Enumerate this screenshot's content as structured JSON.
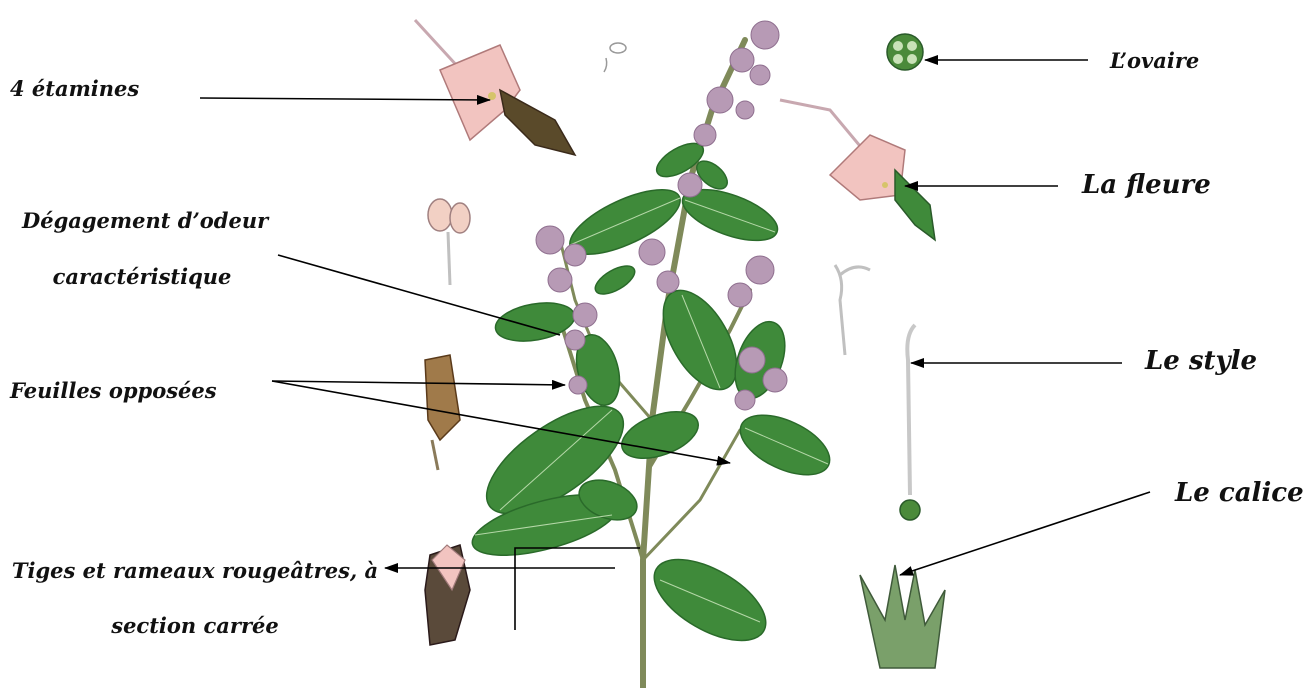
{
  "labels": {
    "etamines": "4  étamines",
    "odeur_line1": "Dégagement d’odeur",
    "odeur_line2": "caractéristique",
    "feuilles": "Feuilles  opposées",
    "tiges_line1": "Tiges et rameaux  rougeâtres, à",
    "tiges_line2": "section carrée",
    "ovaire": "L’ovaire",
    "fleure": "La fleure",
    "style": "Le style",
    "calice": "Le calice"
  },
  "colors": {
    "leaf": "#3f8a3a",
    "leaf_dark": "#2a6a2a",
    "stem": "#6b7a4a",
    "flower_cluster": "#b79ab5",
    "petal": "#f2c4c0",
    "arrow": "#000000"
  },
  "icons": {
    "arrowhead": "triangle-arrowhead"
  }
}
